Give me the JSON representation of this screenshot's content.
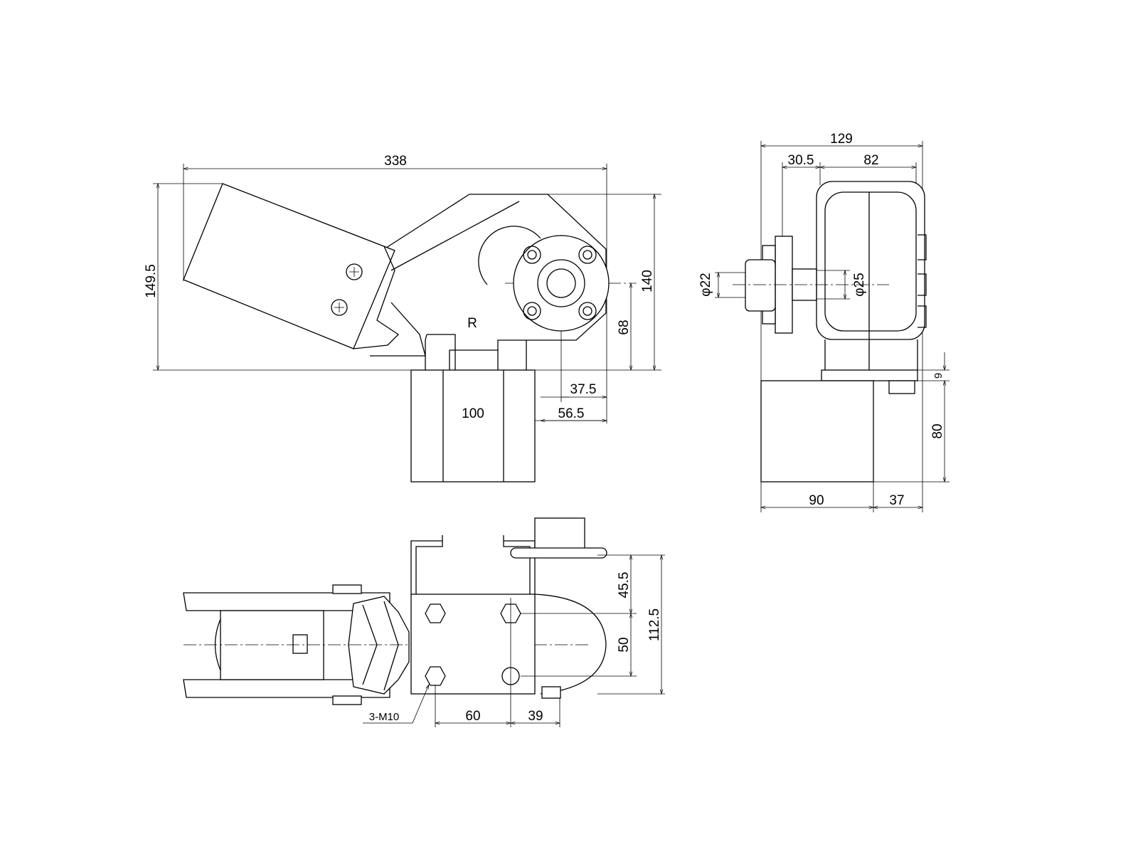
{
  "title": "Motor actuator dimensional drawing",
  "side_view": {
    "overall_length": "338",
    "overall_height": "149.5",
    "housing_height": "140",
    "axis_height": "68",
    "axis_offset": "37.5",
    "base_width": "100",
    "base_overhang": "56.5",
    "mark": "R"
  },
  "end_view": {
    "overall_width": "129",
    "flange_offset": "30.5",
    "housing_width": "82",
    "shaft_dia_left": "φ22",
    "shaft_dia_right": "φ25",
    "plate_thickness": "9",
    "block_height": "80",
    "block_width": "90",
    "block_offset": "37"
  },
  "top_view": {
    "hole_spacing_vertical_1": "45.5",
    "hole_spacing_vertical_2": "50",
    "overall_depth": "112.5",
    "hole_spacing_horizontal": "60",
    "hole_to_axis": "39",
    "thread_callout": "3-M10"
  }
}
